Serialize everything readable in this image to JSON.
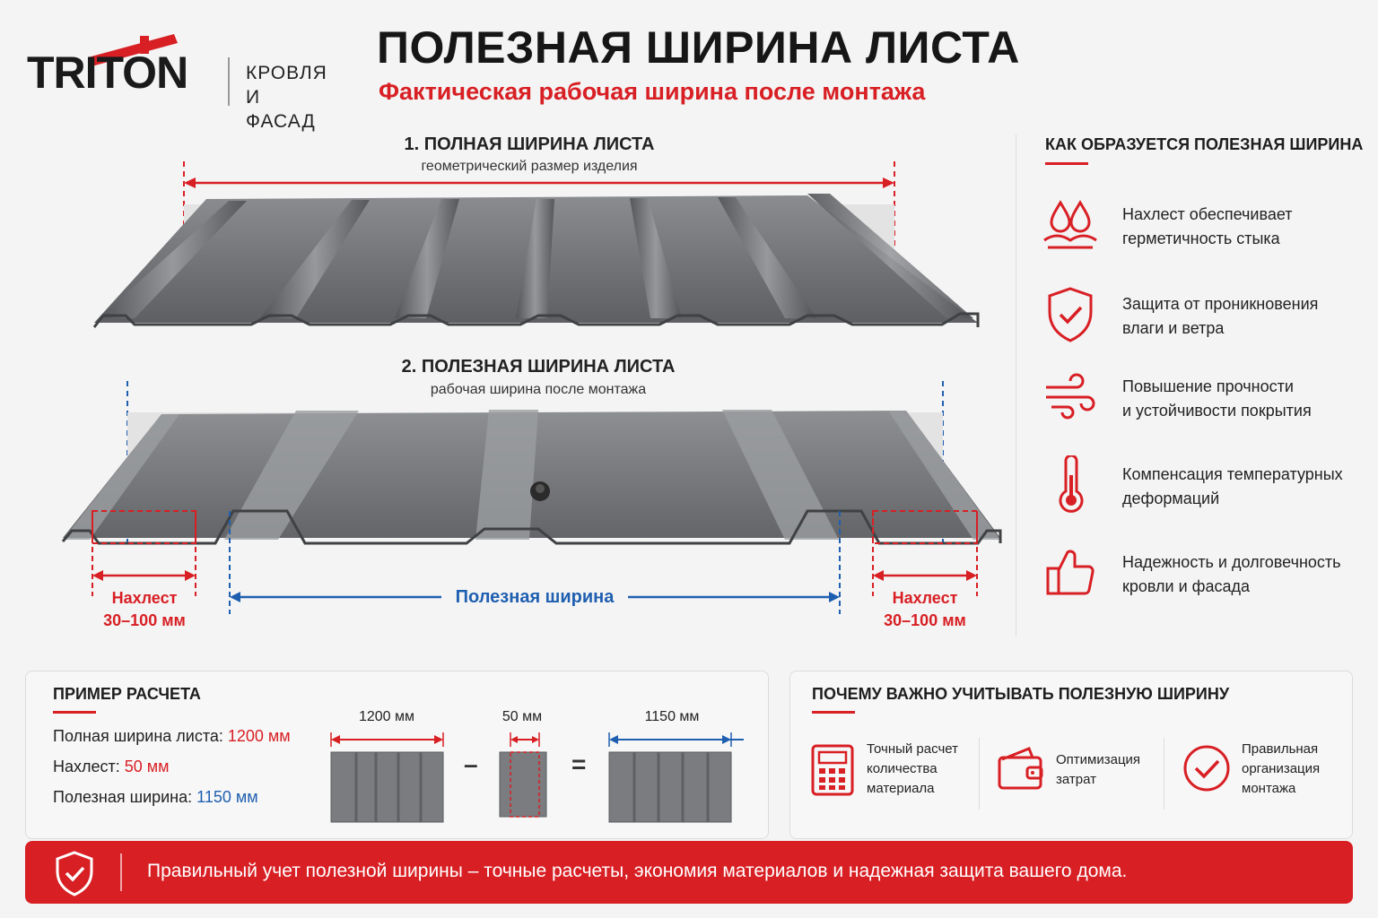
{
  "logo": {
    "word": "TRITON",
    "sub_line1": "КРОВЛЯ",
    "sub_line2": "И ФАСАД"
  },
  "header": {
    "title": "ПОЛЕЗНАЯ ШИРИНА ЛИСТА",
    "subtitle": "Фактическая рабочая ширина после монтажа"
  },
  "sheet1": {
    "title": "1. ПОЛНАЯ ШИРИНА ЛИСТА",
    "subtitle": "геометрический размер изделия"
  },
  "sheet2": {
    "title": "2. ПОЛЕЗНАЯ ШИРИНА ЛИСТА",
    "subtitle": "рабочая ширина после монтажа",
    "overlap_left": {
      "line1": "Нахлест",
      "line2": "30–100 мм"
    },
    "overlap_right": {
      "line1": "Нахлест",
      "line2": "30–100 мм"
    },
    "useful_label": "Полезная ширина"
  },
  "panel": {
    "title": "КАК ОБРАЗУЕТСЯ ПОЛЕЗНАЯ ШИРИНА",
    "features": [
      {
        "icon": "water-drops-icon",
        "line1": "Нахлест обеспечивает",
        "line2": "герметичность стыка"
      },
      {
        "icon": "shield-check-icon",
        "line1": "Защита от проникновения",
        "line2": "влаги и ветра"
      },
      {
        "icon": "wind-icon",
        "line1": "Повышение прочности",
        "line2": "и устойчивости покрытия"
      },
      {
        "icon": "thermometer-icon",
        "line1": "Компенсация температурных",
        "line2": "деформаций"
      },
      {
        "icon": "thumbs-up-icon",
        "line1": "Надежность и долговечность",
        "line2": "кровли и фасада"
      }
    ]
  },
  "calc": {
    "title": "ПРИМЕР РАСЧЕТА",
    "full_label": "Полная ширина листа: ",
    "full_value": "1200 мм",
    "overlap_label": "Нахлест: ",
    "overlap_value": "50 мм",
    "useful_label": "Полезная ширина: ",
    "useful_value": "1150 мм",
    "dim_full": "1200 мм",
    "dim_overlap": "50 мм",
    "dim_useful": "1150 мм",
    "minus": "–",
    "equals": "="
  },
  "why": {
    "title": "ПОЧЕМУ ВАЖНО УЧИТЫВАТЬ ПОЛЕЗНУЮ ШИРИНУ",
    "items": [
      {
        "icon": "calculator-icon",
        "line1": "Точный расчет",
        "line2": "количества",
        "line3": "материала"
      },
      {
        "icon": "wallet-icon",
        "line1": "Оптимизация",
        "line2": "затрат",
        "line3": ""
      },
      {
        "icon": "check-circle-icon",
        "line1": "Правильная",
        "line2": "организация",
        "line3": "монтажа"
      }
    ]
  },
  "banner": {
    "text": "Правильный учет полезной ширины – точные расчеты, экономия материалов и надежная защита вашего дома.",
    "icon": "shield-check-icon"
  },
  "colors": {
    "accent": "#d81f24",
    "blue": "#1f5fb0",
    "metal": "#6b6d70"
  }
}
